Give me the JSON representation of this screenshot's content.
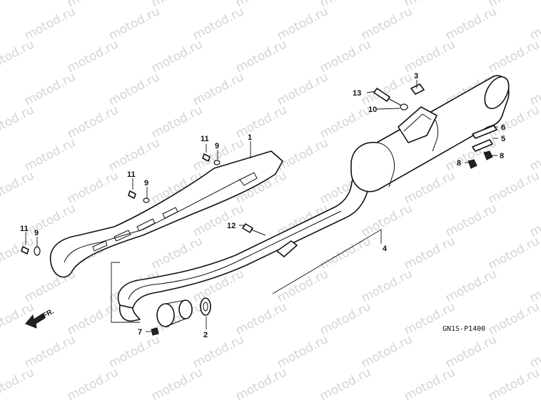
{
  "watermark": {
    "text": "motod.ru"
  },
  "diagram_code": "GN1S-P1400",
  "front_indicator": "FR.",
  "callouts": [
    {
      "id": "callout-1",
      "text": "1"
    },
    {
      "id": "callout-2",
      "text": "2"
    },
    {
      "id": "callout-3",
      "text": "3"
    },
    {
      "id": "callout-4",
      "text": "4"
    },
    {
      "id": "callout-5",
      "text": "5"
    },
    {
      "id": "callout-6",
      "text": "6"
    },
    {
      "id": "callout-7",
      "text": "7"
    },
    {
      "id": "callout-8a",
      "text": "8"
    },
    {
      "id": "callout-8b",
      "text": "8"
    },
    {
      "id": "callout-9a",
      "text": "9"
    },
    {
      "id": "callout-9b",
      "text": "9"
    },
    {
      "id": "callout-9c",
      "text": "9"
    },
    {
      "id": "callout-10",
      "text": "10"
    },
    {
      "id": "callout-11a",
      "text": "11"
    },
    {
      "id": "callout-11b",
      "text": "11"
    },
    {
      "id": "callout-11c",
      "text": "11"
    },
    {
      "id": "callout-12",
      "text": "12"
    },
    {
      "id": "callout-13",
      "text": "13"
    }
  ]
}
